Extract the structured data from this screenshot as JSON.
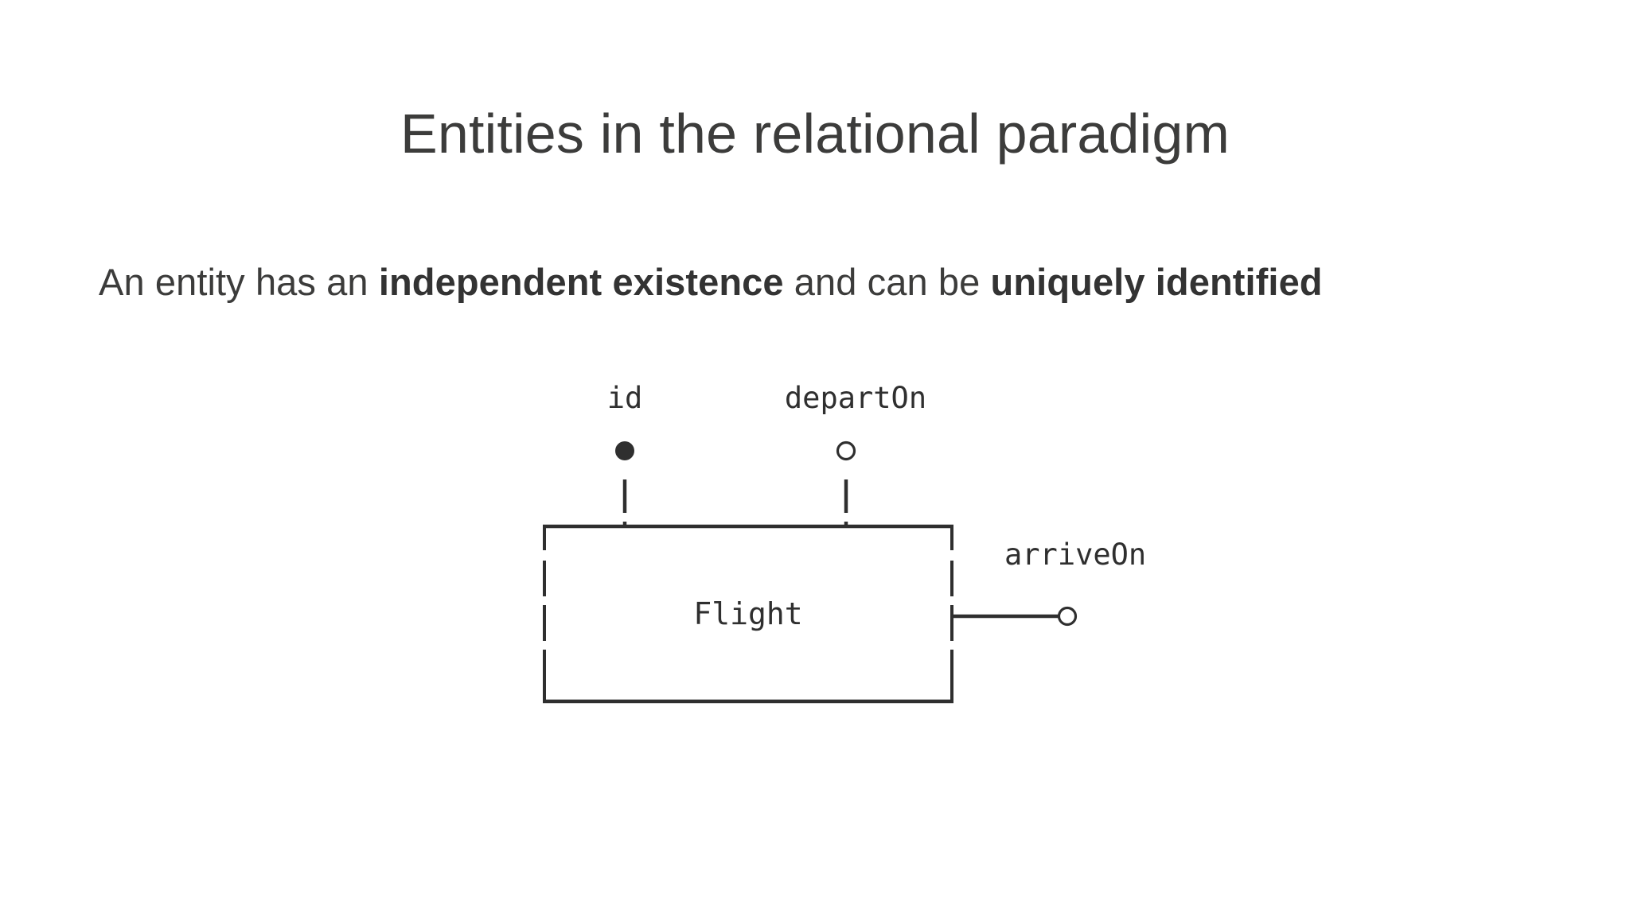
{
  "slide": {
    "title": "Entities in the relational paradigm",
    "background_color": "#ffffff",
    "text_color": "#3c3c3b"
  },
  "body": {
    "segments": [
      {
        "text": "An entity has an ",
        "bold": false
      },
      {
        "text": "independent existence",
        "bold": true
      },
      {
        "text": " and can be ",
        "bold": false
      },
      {
        "text": "uniquely identified",
        "bold": true
      }
    ],
    "plain": "An entity has an independent existence and can be uniquely identified"
  },
  "diagram": {
    "type": "entity-relationship",
    "notation": "ascii-art",
    "line_color": "#2f2f2f",
    "entity": {
      "name": "Flight",
      "shape": "rectangle"
    },
    "attributes": [
      {
        "label": "id",
        "marker": "filled-circle",
        "meaning": "primary-key",
        "position": "top-left"
      },
      {
        "label": "departOn",
        "marker": "hollow-circle",
        "meaning": "non-key-attribute",
        "position": "top-right"
      },
      {
        "label": "arriveOn",
        "marker": "hollow-circle",
        "meaning": "non-key-attribute",
        "position": "right"
      }
    ]
  }
}
